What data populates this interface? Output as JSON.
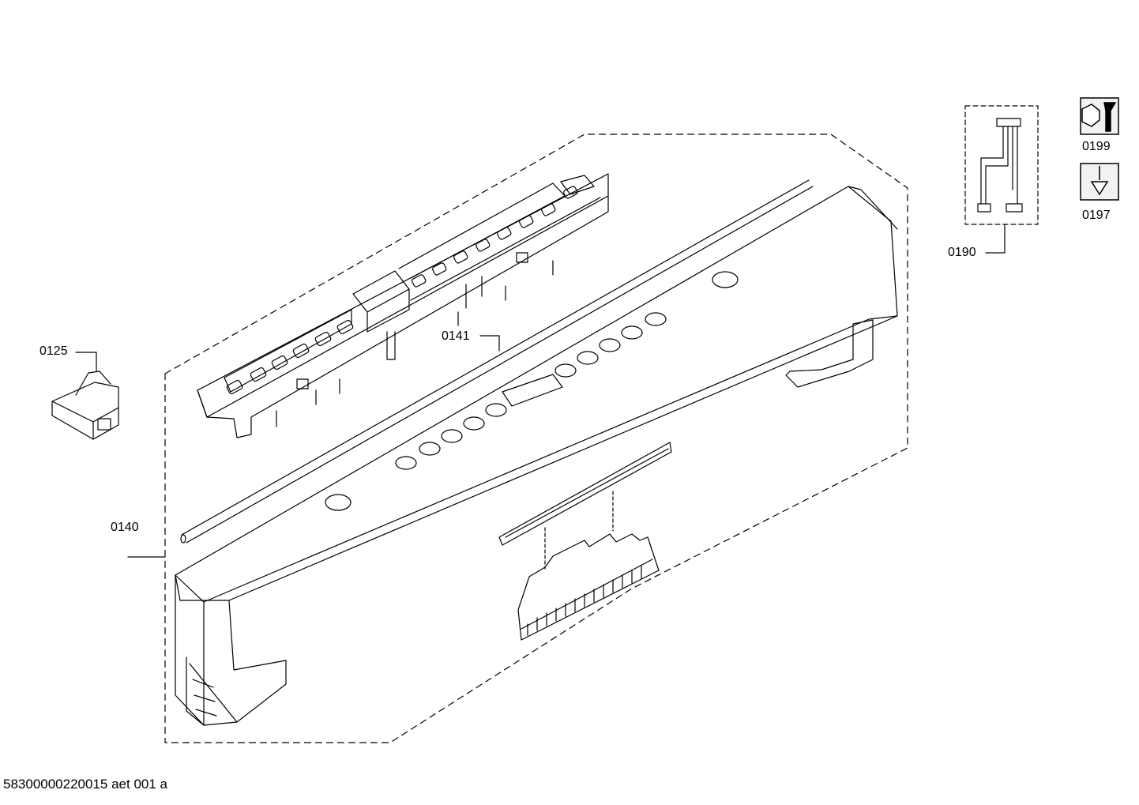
{
  "parts": {
    "p0125": "0125",
    "p0140": "0140",
    "p0141": "0141",
    "p0190": "0190",
    "p0199": "0199",
    "p0197": "0197"
  },
  "footer": "58300000220015 aet 001 a",
  "colors": {
    "line": "#000000",
    "background": "#ffffff",
    "icon_fill": "#f2f2f2"
  },
  "icons": [
    "spanner-nut-icon",
    "screwdriver-screw-icon"
  ]
}
